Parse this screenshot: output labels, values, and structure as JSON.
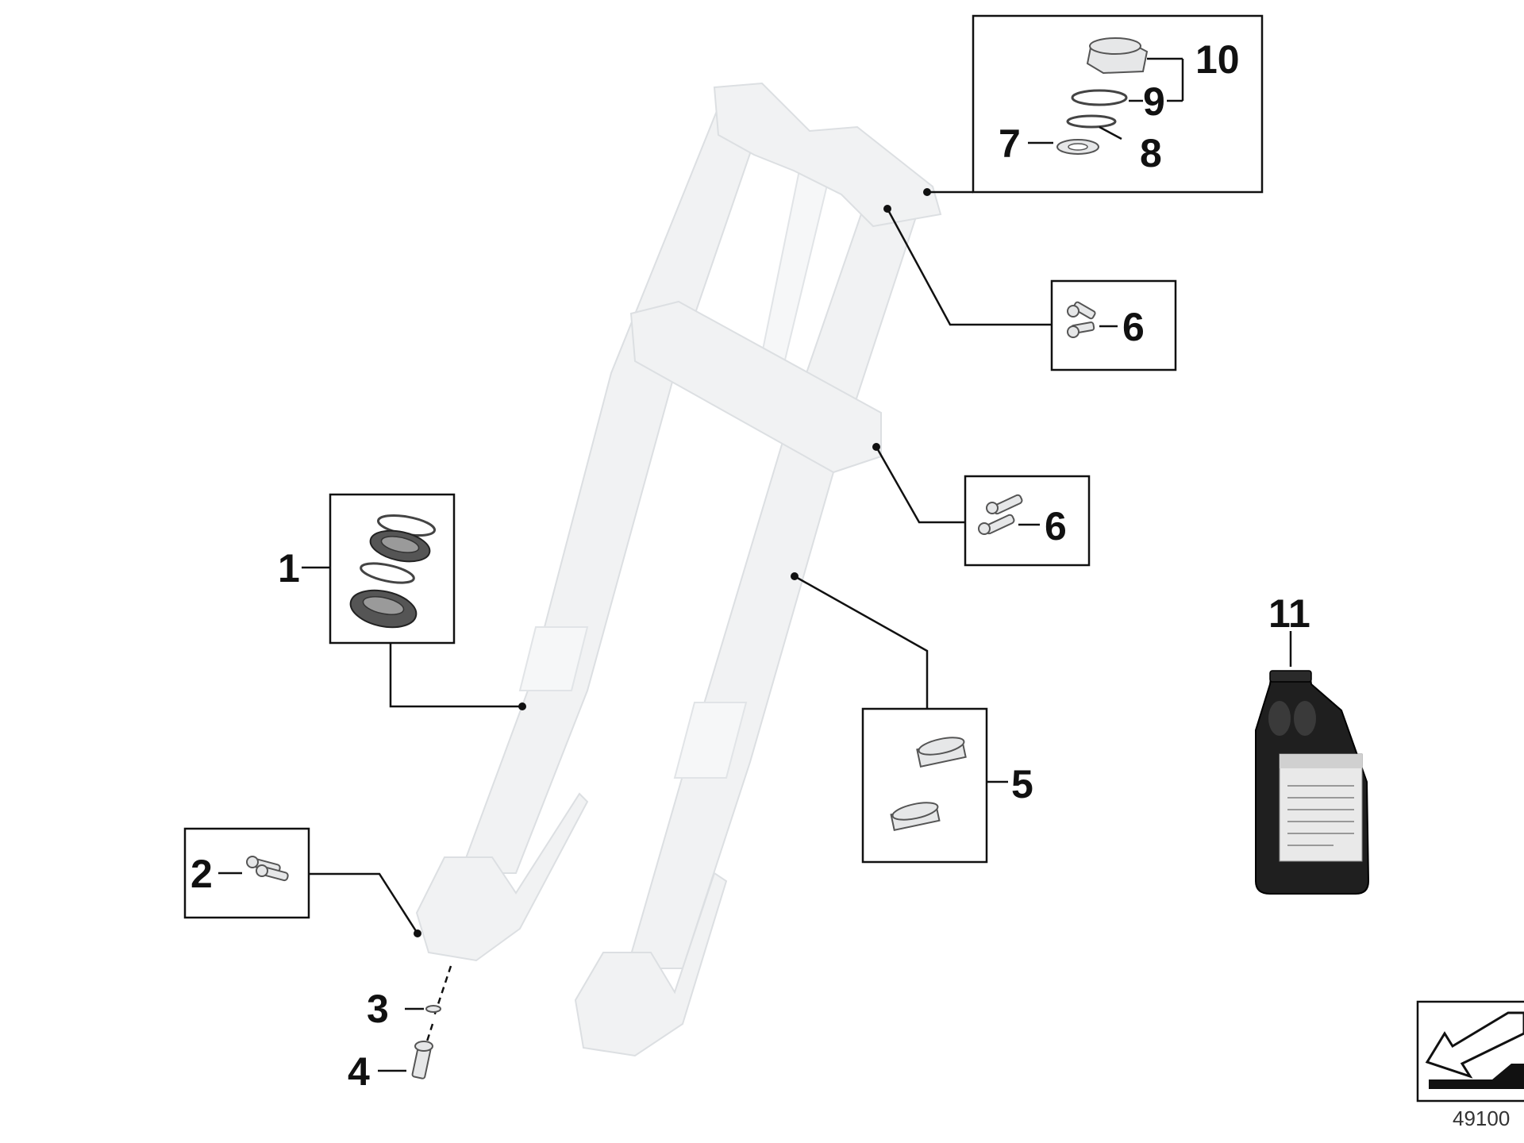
{
  "diagram": {
    "callouts": {
      "c1": "1",
      "c2": "2",
      "c3": "3",
      "c4": "4",
      "c5": "5",
      "c6a": "6",
      "c6b": "6",
      "c7": "7",
      "c8": "8",
      "c9": "9",
      "c10": "10",
      "c11": "11"
    },
    "reference_code": "49100",
    "colors": {
      "ink": "#111111",
      "fork": "#f1f2f3",
      "bottle": "#1f1f1f"
    }
  }
}
